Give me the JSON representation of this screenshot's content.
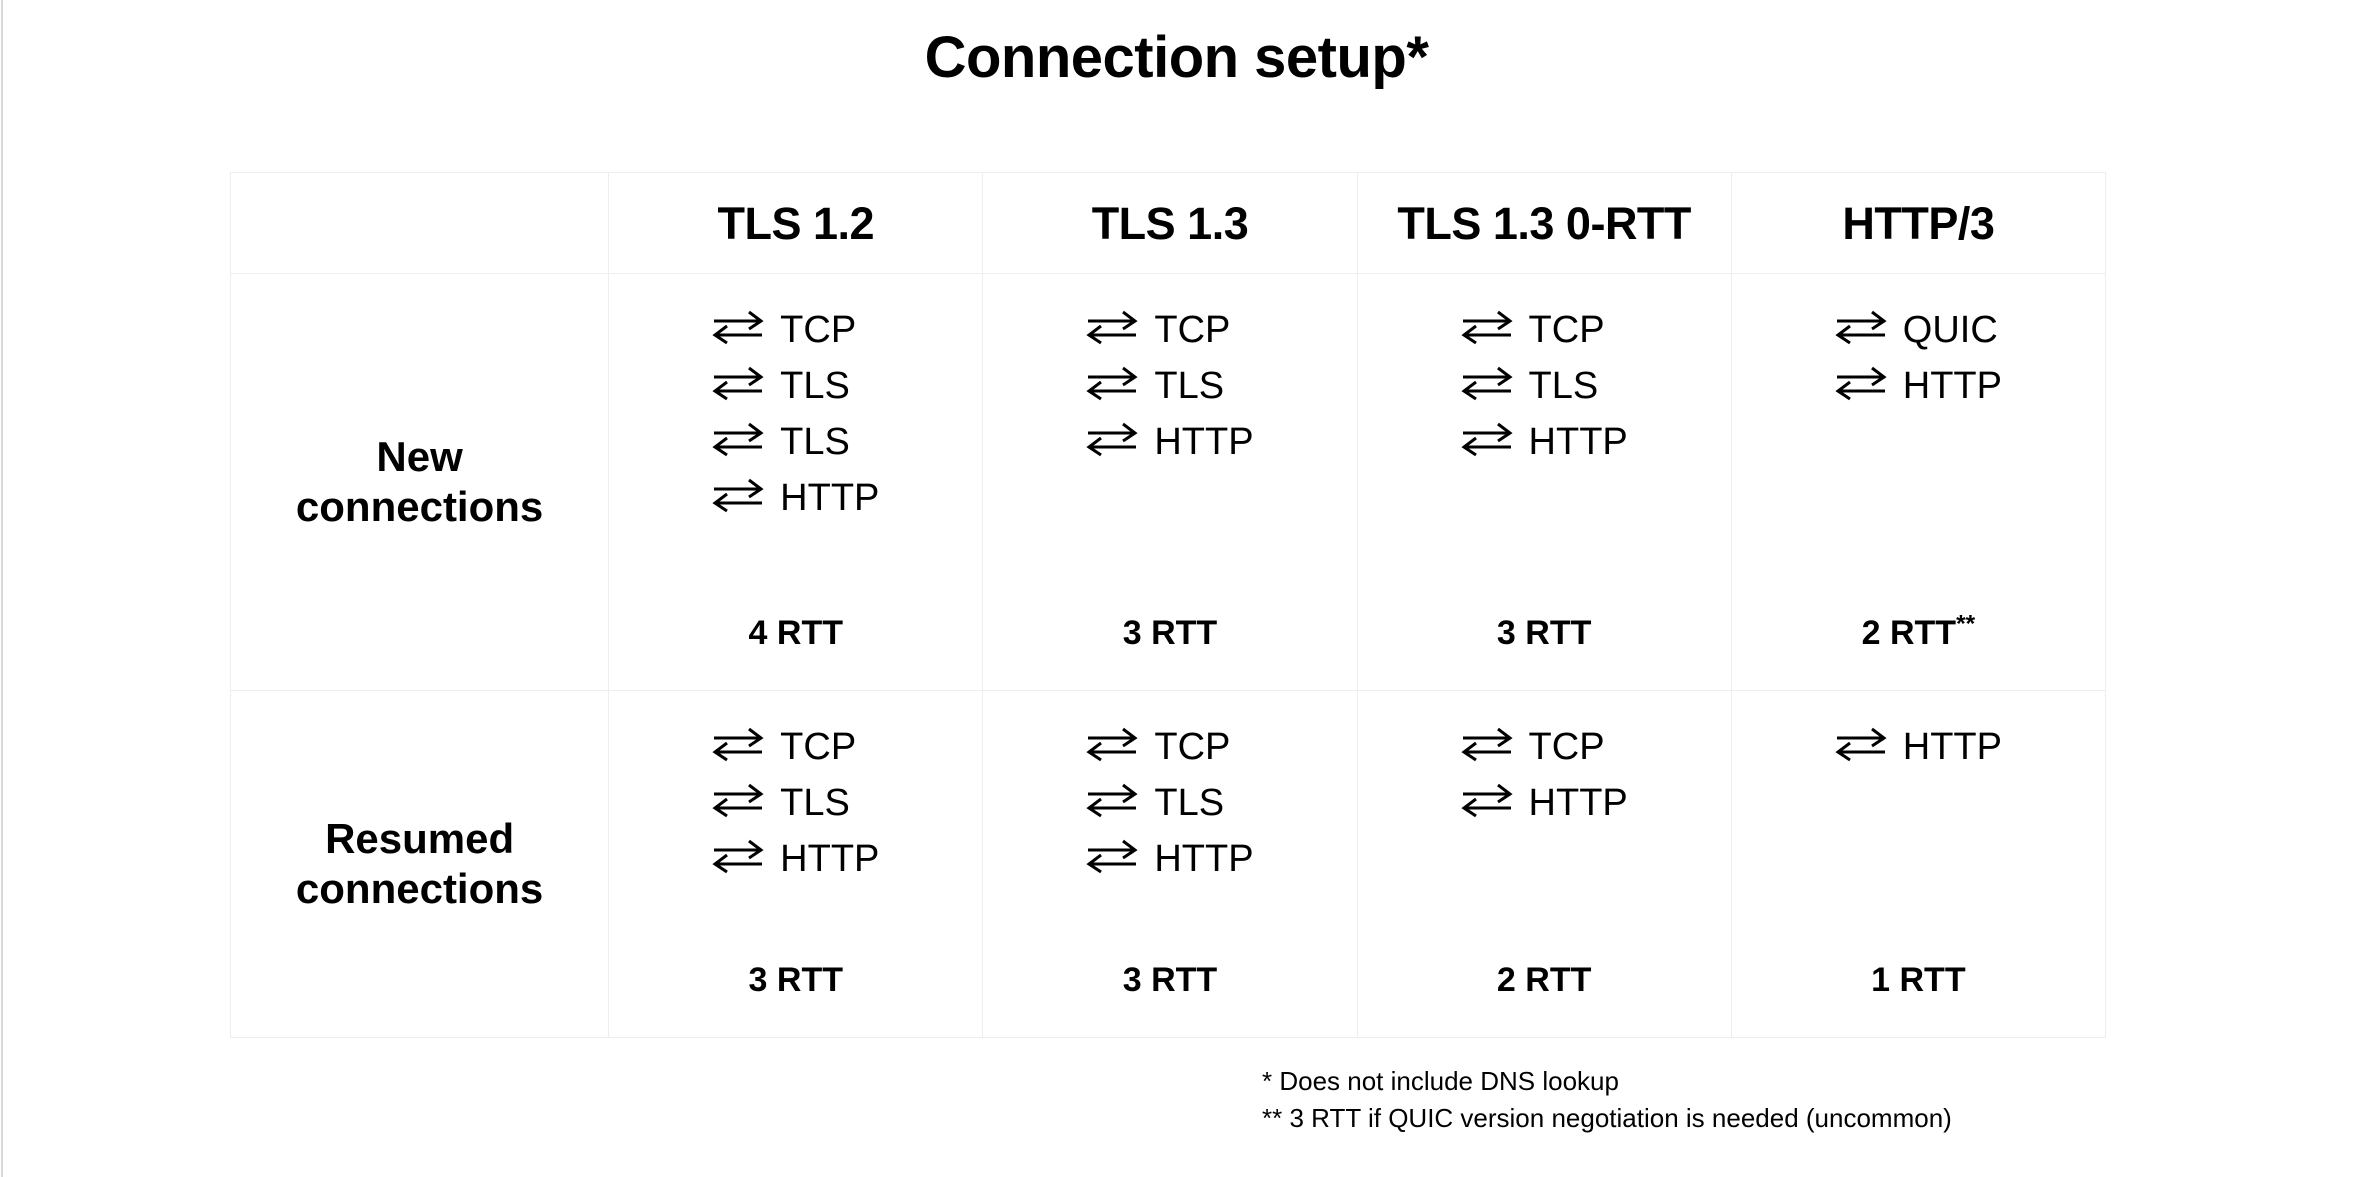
{
  "title": "Connection setup*",
  "table": {
    "corner_label": "",
    "columns": [
      "TLS 1.2",
      "TLS 1.3",
      "TLS 1.3 0-RTT",
      "HTTP/3"
    ],
    "rows": [
      {
        "label": "New\nconnections",
        "cells": [
          {
            "steps": [
              "TCP",
              "TLS",
              "TLS",
              "HTTP"
            ],
            "total": "4 RTT",
            "total_sup": ""
          },
          {
            "steps": [
              "TCP",
              "TLS",
              "HTTP"
            ],
            "total": "3 RTT",
            "total_sup": ""
          },
          {
            "steps": [
              "TCP",
              "TLS",
              "HTTP"
            ],
            "total": "3 RTT",
            "total_sup": ""
          },
          {
            "steps": [
              "QUIC",
              "HTTP"
            ],
            "total": "2 RTT",
            "total_sup": "**"
          }
        ]
      },
      {
        "label": "Resumed\nconnections",
        "cells": [
          {
            "steps": [
              "TCP",
              "TLS",
              "HTTP"
            ],
            "total": "3 RTT",
            "total_sup": ""
          },
          {
            "steps": [
              "TCP",
              "TLS",
              "HTTP"
            ],
            "total": "3 RTT",
            "total_sup": ""
          },
          {
            "steps": [
              "TCP",
              "HTTP"
            ],
            "total": "2 RTT",
            "total_sup": ""
          },
          {
            "steps": [
              "HTTP"
            ],
            "total": "1 RTT",
            "total_sup": ""
          }
        ]
      }
    ]
  },
  "footnotes": [
    "* Does not include DNS lookup",
    "** 3 RTT if QUIC version negotiation is needed (uncommon)"
  ],
  "icons": {
    "exchange_arrows": "bidirectional-exchange-arrows-icon"
  },
  "colors": {
    "text": "#000000",
    "background": "#ffffff",
    "table_border": "#eeeeee",
    "page_edge_rule": "#d9d9d9"
  }
}
